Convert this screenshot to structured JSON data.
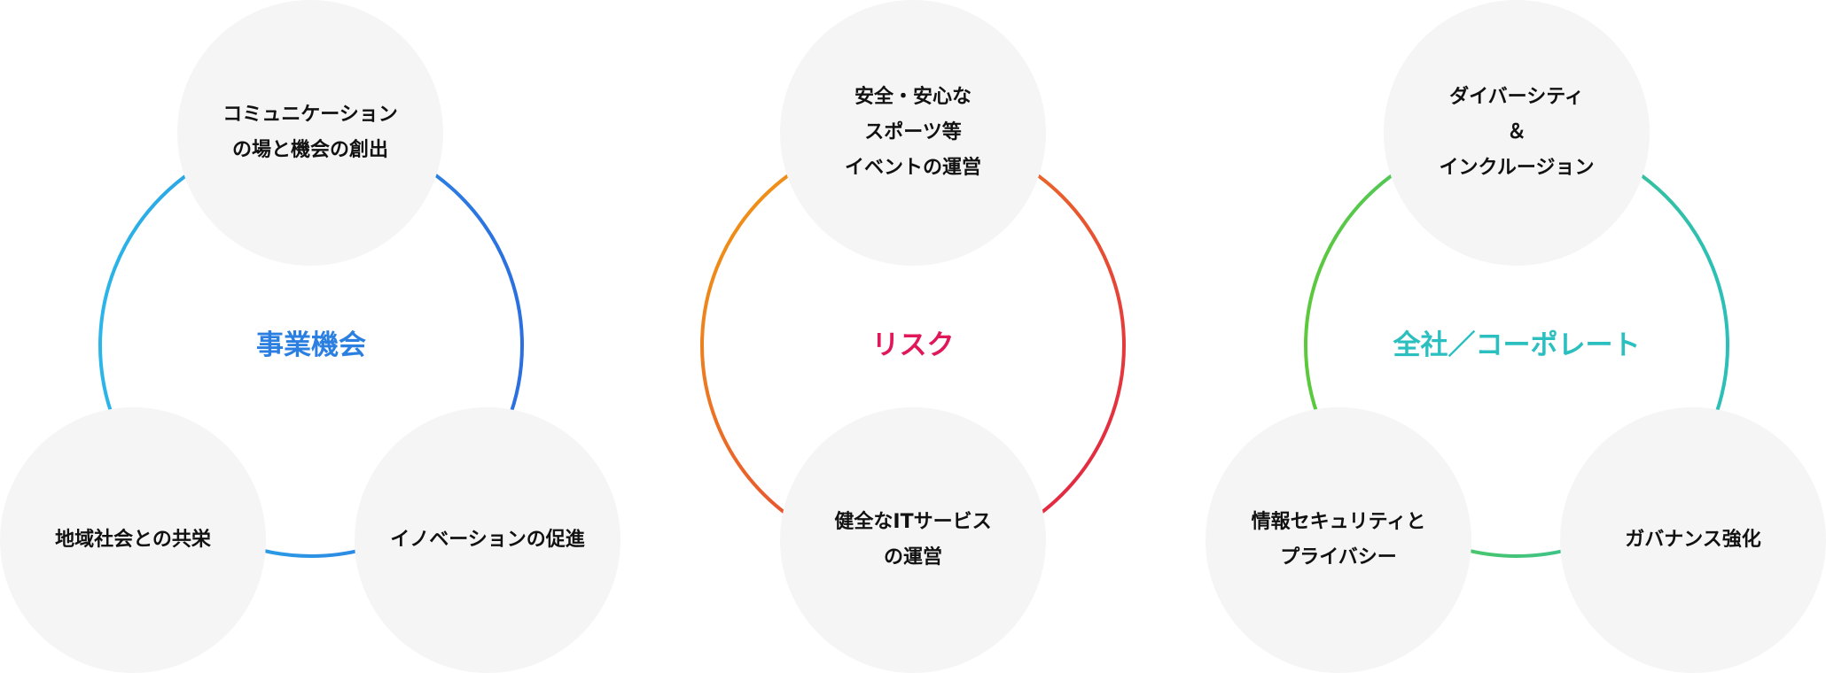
{
  "groups": [
    {
      "title": "事業機会",
      "title_color": "#2b7fe0",
      "ring_colors": [
        "#2bb5e8",
        "#2b6fe0"
      ],
      "nodes": [
        "コミュニケーション\nの場と機会の創出",
        "地域社会との共栄",
        "イノベーションの促進"
      ]
    },
    {
      "title": "リスク",
      "title_color": "#e0185a",
      "ring_colors": [
        "#f2a20f",
        "#e0184a"
      ],
      "nodes": [
        "安全・安心な\nスポーツ等\nイベントの運営",
        "健全なITサービス\nの運営"
      ]
    },
    {
      "title": "全社／コーポレート",
      "title_color": "#2bbfc0",
      "ring_colors": [
        "#5cc93c",
        "#2bbfb8"
      ],
      "nodes": [
        "ダイバーシティ\n＆\nインクルージョン",
        "情報セキュリティと\nプライバシー",
        "ガバナンス強化"
      ]
    }
  ]
}
